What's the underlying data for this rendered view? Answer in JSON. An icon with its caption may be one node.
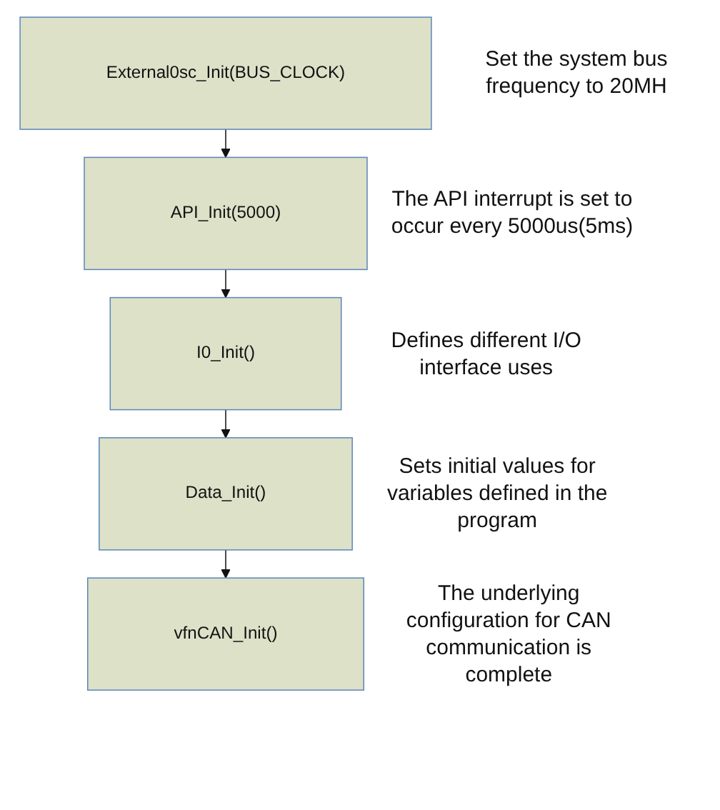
{
  "diagram": {
    "nodes": [
      {
        "text": [
          "External0sc_Init(BUS_CLOCK)"
        ],
        "beside": [
          "Set the system bus frequency to 20MH"
        ]
      },
      {
        "text": [
          "API_Init(5000)"
        ],
        "beside": [
          "The API interrupt is set to occur every 5000us(5ms)"
        ]
      },
      {
        "text": [
          "I0_Init()"
        ],
        "beside": [
          "Defines different I/O interface uses"
        ]
      },
      {
        "text": [
          "Data_Init()"
        ],
        "beside": [
          "Sets initial values for variables defined in the program"
        ]
      },
      {
        "text": [
          "vfnCAN_Init()"
        ],
        "beside": [
          "The underlying configuration for CAN communication is complete"
        ]
      }
    ],
    "edges": [
      {
        "from": 0,
        "to": 1,
        "arrow": "to"
      },
      {
        "from": 1,
        "to": 2,
        "arrow": "to"
      },
      {
        "from": 2,
        "to": 3,
        "arrow": "to"
      },
      {
        "from": 3,
        "to": 4,
        "arrow": "to"
      }
    ]
  }
}
